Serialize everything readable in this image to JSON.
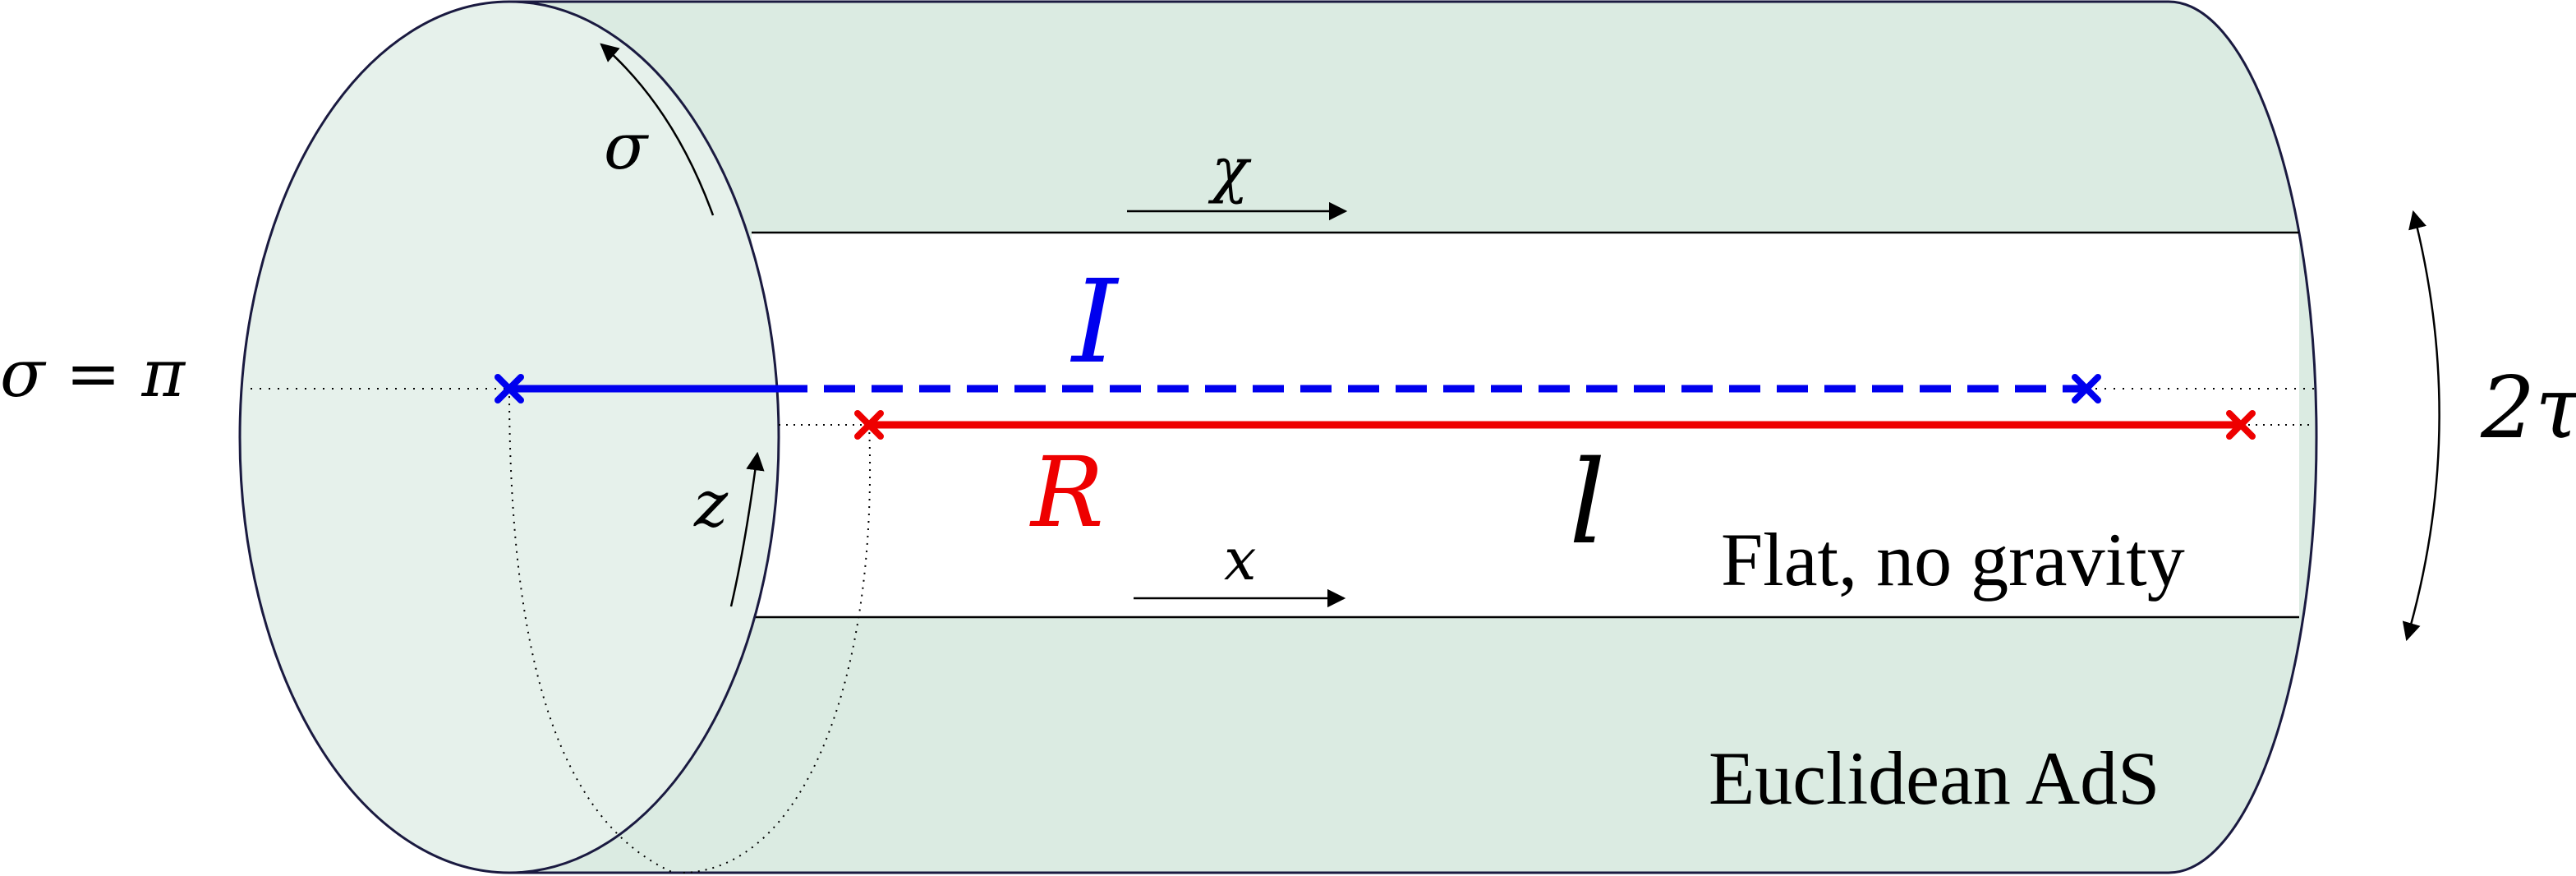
{
  "colors": {
    "bulk_fill": "#dbebe2",
    "cap_fill": "#e6f1eb",
    "outline": "#1a1a40",
    "island": "#0000ee",
    "radiation": "#ee0000",
    "text": "#000000"
  },
  "labels": {
    "sigma": "σ",
    "sigma_eq_pi": "σ = π",
    "chi": "χ",
    "island": "I",
    "radiation": "R",
    "length": "l",
    "z": "z",
    "x": "x",
    "two_tau": "2τ",
    "flat_region": "Flat, no gravity",
    "ads_region": "Euclidean AdS"
  }
}
